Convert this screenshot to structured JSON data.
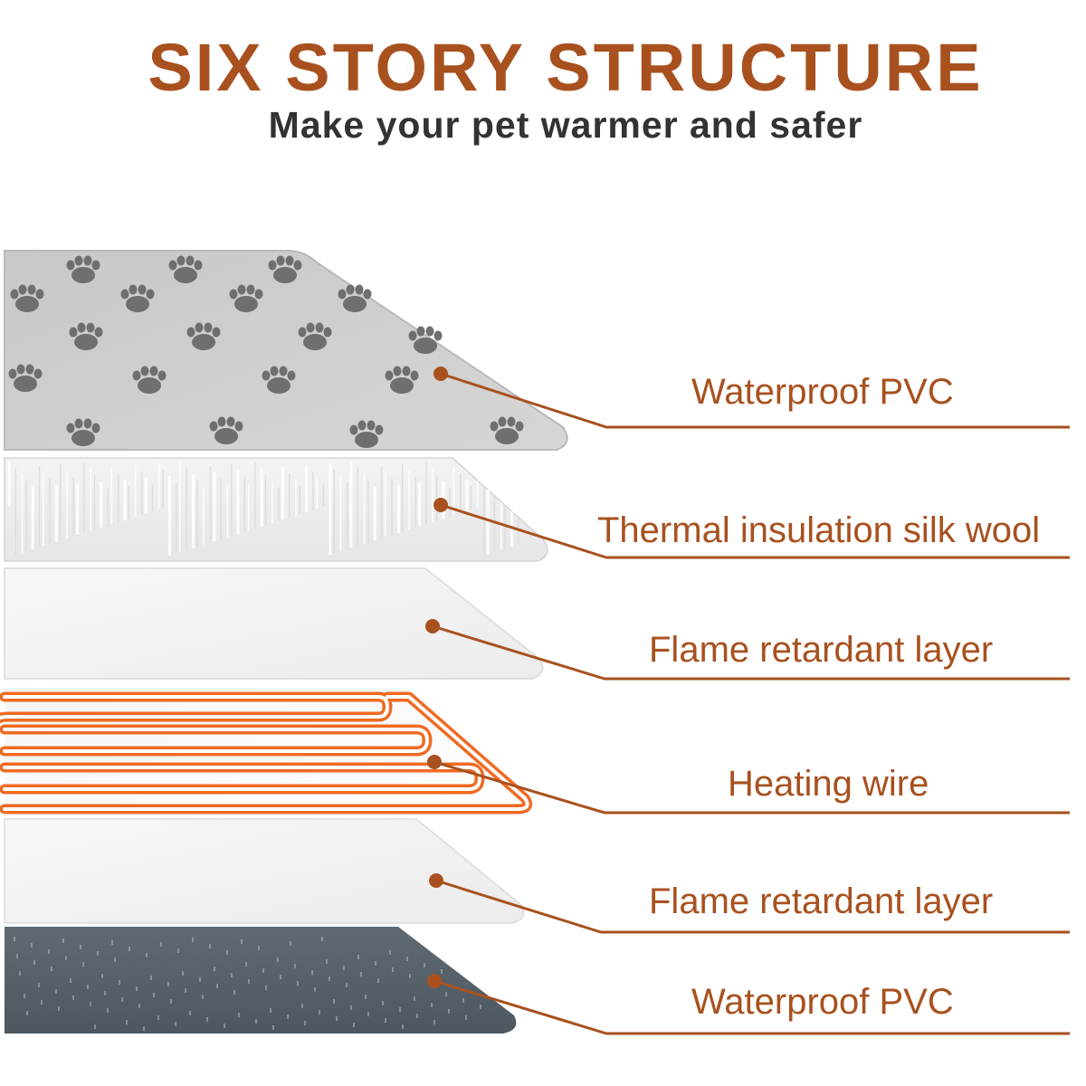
{
  "header": {
    "title": "SIX STORY STRUCTURE",
    "subtitle": "Make your pet warmer and safer"
  },
  "layers": [
    {
      "label": "Waterproof PVC"
    },
    {
      "label": "Thermal insulation silk wool"
    },
    {
      "label": "Flame retardant layer"
    },
    {
      "label": "Heating wire"
    },
    {
      "label": "Flame retardant layer"
    },
    {
      "label": "Waterproof PVC"
    }
  ],
  "colors": {
    "accent": "#a8511f",
    "subtitle": "#333333",
    "paw_layer": "#cfcfcf",
    "paw_mark": "#6f6f6f",
    "wool_layer": "#eeeeee",
    "flame_layer": "#f2f2f2",
    "heating_wire": "#f06a22",
    "bottom_pvc": "#56616b"
  }
}
